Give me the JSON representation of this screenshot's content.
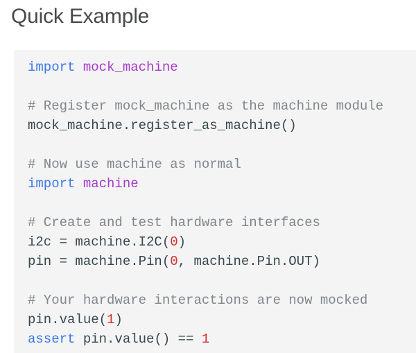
{
  "page": {
    "title": "Quick Example"
  },
  "colors": {
    "heading_text": "#47494b",
    "code_bg": "#f4f4f5",
    "code_default": "#37474f",
    "keyword": "#3b78e7",
    "module": "#a63bc9",
    "number": "#d32f2f",
    "comment": "#80868b"
  },
  "code_block": {
    "language": "python",
    "lines": [
      [
        {
          "text": "import",
          "type": "keyword"
        },
        {
          "text": " ",
          "type": "plain"
        },
        {
          "text": "mock_machine",
          "type": "module"
        }
      ],
      [],
      [
        {
          "text": "# Register mock_machine as the machine module",
          "type": "comment"
        }
      ],
      [
        {
          "text": "mock_machine.register_as_machine()",
          "type": "plain"
        }
      ],
      [],
      [
        {
          "text": "# Now use machine as normal",
          "type": "comment"
        }
      ],
      [
        {
          "text": "import",
          "type": "keyword"
        },
        {
          "text": " ",
          "type": "plain"
        },
        {
          "text": "machine",
          "type": "module"
        }
      ],
      [],
      [
        {
          "text": "# Create and test hardware interfaces",
          "type": "comment"
        }
      ],
      [
        {
          "text": "i2c = machine.I2C(",
          "type": "plain"
        },
        {
          "text": "0",
          "type": "number"
        },
        {
          "text": ")",
          "type": "plain"
        }
      ],
      [
        {
          "text": "pin = machine.Pin(",
          "type": "plain"
        },
        {
          "text": "0",
          "type": "number"
        },
        {
          "text": ", machine.Pin.OUT)",
          "type": "plain"
        }
      ],
      [],
      [
        {
          "text": "# Your hardware interactions are now mocked",
          "type": "comment"
        }
      ],
      [
        {
          "text": "pin.value(",
          "type": "plain"
        },
        {
          "text": "1",
          "type": "number"
        },
        {
          "text": ")",
          "type": "plain"
        }
      ],
      [
        {
          "text": "assert",
          "type": "keyword"
        },
        {
          "text": " pin.value() == ",
          "type": "plain"
        },
        {
          "text": "1",
          "type": "number"
        }
      ]
    ]
  }
}
